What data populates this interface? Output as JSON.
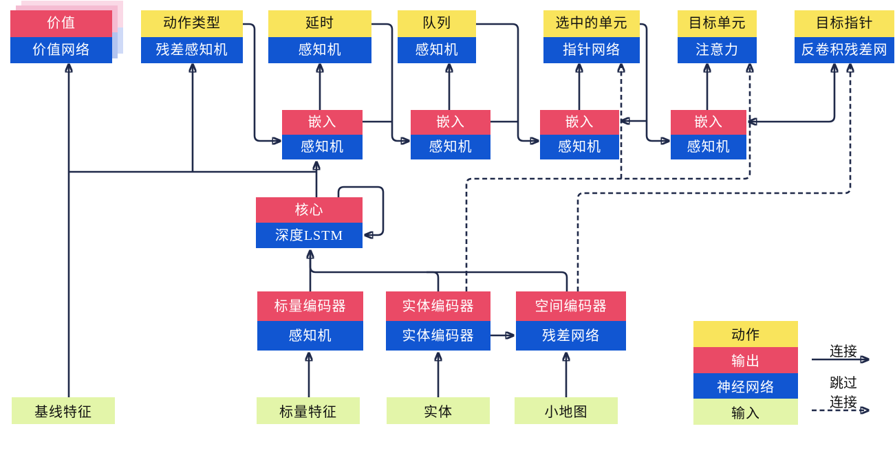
{
  "heads": [
    {
      "title": "价值",
      "subtitle": "价值网络"
    },
    {
      "title": "动作类型",
      "subtitle": "残差感知机"
    },
    {
      "title": "延时",
      "subtitle": "感知机"
    },
    {
      "title": "队列",
      "subtitle": "感知机"
    },
    {
      "title": "选中的单元",
      "subtitle": "指针网络"
    },
    {
      "title": "目标单元",
      "subtitle": "注意力"
    },
    {
      "title": "目标指针",
      "subtitle": "反卷积残差网"
    }
  ],
  "embeds": [
    {
      "title": "嵌入",
      "subtitle": "感知机"
    },
    {
      "title": "嵌入",
      "subtitle": "感知机"
    },
    {
      "title": "嵌入",
      "subtitle": "感知机"
    },
    {
      "title": "嵌入",
      "subtitle": "感知机"
    }
  ],
  "core": {
    "title": "核心",
    "subtitle": "深度LSTM"
  },
  "encoders": [
    {
      "title": "标量编码器",
      "subtitle": "感知机"
    },
    {
      "title": "实体编码器",
      "subtitle": "实体编码器"
    },
    {
      "title": "空间编码器",
      "subtitle": "残差网络"
    }
  ],
  "inputs": [
    {
      "label": "基线特征"
    },
    {
      "label": "标量特征"
    },
    {
      "label": "实体"
    },
    {
      "label": "小地图"
    }
  ],
  "legend": {
    "rows": [
      {
        "label": "动作",
        "type": "action"
      },
      {
        "label": "输出",
        "type": "output"
      },
      {
        "label": "神经网络",
        "type": "neural-network"
      },
      {
        "label": "输入",
        "type": "input"
      }
    ],
    "solid_arrow_label": "连接",
    "dashed_arrow_label_line1": "跳过",
    "dashed_arrow_label_line2": "连接"
  },
  "colors": {
    "yellow": "#f9e45c",
    "red": "#ea4a66",
    "blue": "#1156d2",
    "green": "#e3f5a9",
    "navy": "#1f2949",
    "ghostpink1": "#f5bcd2",
    "ghostblue1": "#b2c4f0",
    "ghostpink2": "#fad9e6",
    "ghostblue2": "#cfdaf7"
  }
}
